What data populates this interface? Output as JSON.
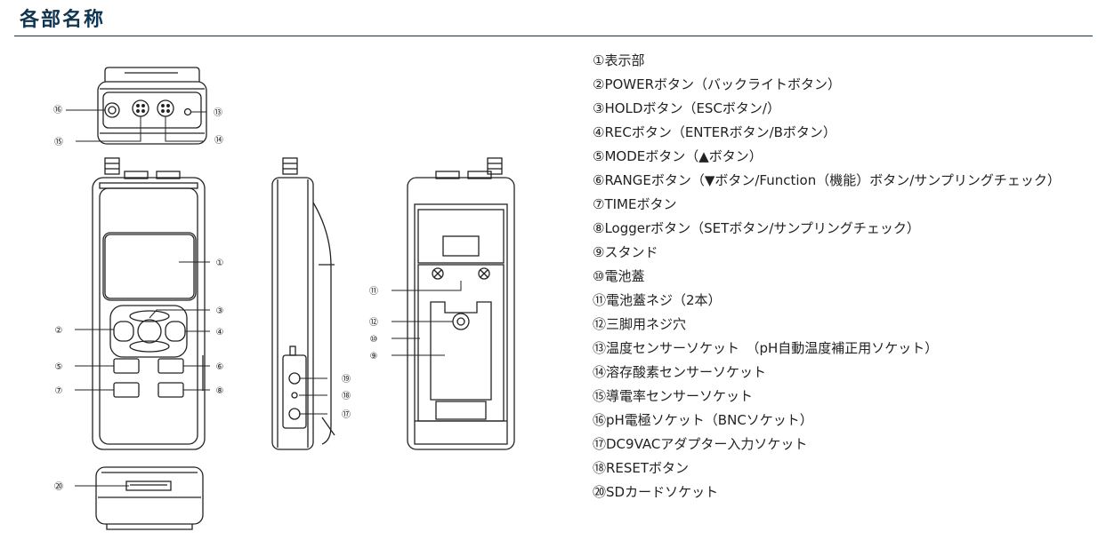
{
  "page_title": "各部名称",
  "callouts": [
    "⑯",
    "⑮",
    "⑬",
    "⑭",
    "①",
    "②",
    "③",
    "④",
    "⑤",
    "⑥",
    "⑦",
    "⑧",
    "⑪",
    "⑫",
    "⑩",
    "⑨",
    "⑲",
    "⑱",
    "⑰",
    "⑳"
  ],
  "legend": [
    "①表示部",
    "②POWERボタン（バックライトボタン）",
    "③HOLDボタン（ESCボタン/）",
    "④RECボタン（ENTERボタン/Bボタン）",
    "⑤MODEボタン（▲ボタン）",
    "⑥RANGEボタン（▼ボタン/Function（機能）ボタン/サンプリングチェック）",
    "⑦TIMEボタン",
    "⑧Loggerボタン（SETボタン/サンプリングチェック）",
    "⑨スタンド",
    "⑩電池蓋",
    "⑪電池蓋ネジ（2本）",
    "⑫三脚用ネジ穴",
    "⑬温度センサーソケット　（pH自動温度補正用ソケット）",
    "⑭溶存酸素センサーソケット",
    "⑮導電率センサーソケット",
    "⑯pH電極ソケット（BNCソケット）",
    "⑰DC9VACアダプター入力ソケット",
    "⑱RESETボタン",
    "⑳SDカードソケット"
  ]
}
